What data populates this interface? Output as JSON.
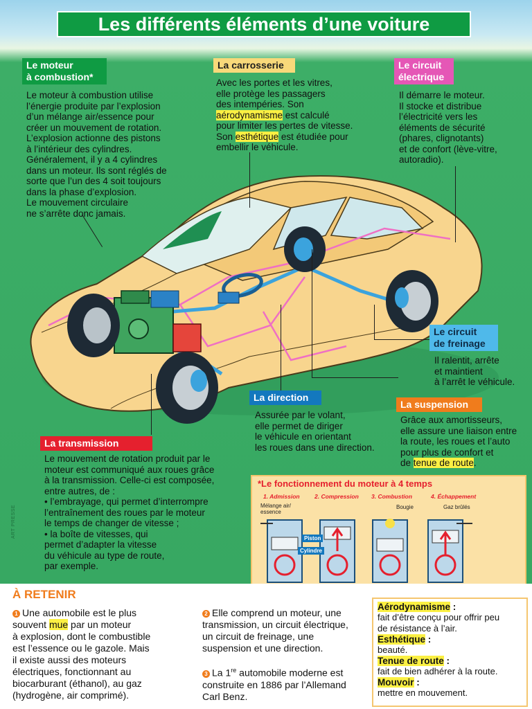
{
  "title": "Les différents éléments d’une voiture",
  "sections": {
    "moteur": {
      "heading_l1": "Le moteur",
      "heading_l2": "à combustion*",
      "lines": [
        "Le moteur à combustion utilise",
        "l’énergie produite par l’explosion",
        "d’un mélange air/essence pour",
        "créer un mouvement de rotation.",
        "L’explosion actionne des pistons",
        "à l’intérieur des cylindres.",
        "Généralement, il y a 4 cylindres",
        "dans un moteur. Ils sont réglés de",
        "sorte que l’un des 4 soit toujours",
        "dans la phase d’explosion.",
        "Le mouvement circulaire",
        "ne s’arrête donc jamais."
      ]
    },
    "carrosserie": {
      "heading": "La carrosserie",
      "l1": "Avec les portes et les vitres,",
      "l2": "elle protège les passagers",
      "l3": "des intempéries. Son",
      "l4_hl": "aérodynamisme",
      "l4_rest": " est calculé",
      "l5": "pour limiter les pertes de vitesse.",
      "l6_pre": "Son ",
      "l6_hl": "esthétique",
      "l6_rest": " est étudiée pour",
      "l7": "embellir le véhicule."
    },
    "circuit_electrique": {
      "heading_l1": "Le circuit",
      "heading_l2": "électrique",
      "lines": [
        "Il démarre le moteur.",
        "Il stocke et distribue",
        "l’électricité vers les",
        "éléments de sécurité",
        "(phares, clignotants)",
        "et de confort (lève-vitre,",
        "autoradio)."
      ]
    },
    "freinage": {
      "heading_l1": "Le circuit",
      "heading_l2": "de freinage",
      "lines": [
        "Il ralentit, arrête",
        "et maintient",
        "à l’arrêt le véhicule."
      ]
    },
    "direction": {
      "heading": "La direction",
      "lines": [
        "Assurée par le volant,",
        "elle permet de diriger",
        "le véhicule en orientant",
        "les roues dans une direction."
      ]
    },
    "suspension": {
      "heading": "La suspension",
      "l1": "Grâce aux amortisseurs,",
      "l2": "elle assure une liaison entre",
      "l3": "la route, les roues et l’auto",
      "l4": "pour plus de confort et",
      "l5_pre": "de ",
      "l5_hl": "tenue de route",
      "l5_rest": "."
    },
    "transmission": {
      "heading": "La transmission",
      "lines": [
        "Le mouvement de rotation produit par le",
        "moteur est communiqué aux roues grâce",
        "à la transmission. Celle-ci est composée,",
        "entre autres, de :",
        "• l’embrayage, qui permet d’interrompre",
        "l’entraînement des roues par le moteur",
        "le temps de changer de vitesse ;",
        "• la boîte de vitesses, qui",
        "permet d’adapter la vitesse",
        "du véhicule au type de route,",
        "par exemple."
      ]
    }
  },
  "engine_cycle": {
    "title": "*Le fonctionnement du moteur à 4 temps",
    "steps": [
      "1. Admission",
      "2. Compression",
      "3. Combustion",
      "4. Échappement"
    ],
    "labels": {
      "melange_l1": "Mélange air/",
      "melange_l2": "essence",
      "bougie": "Bougie",
      "gaz": "Gaz brûlés",
      "piston": "Piston",
      "cylindre": "Cylindre"
    }
  },
  "a_retenir": {
    "heading": "À RETENIR",
    "p1": {
      "num": "1",
      "pre": "Une automobile est le plus",
      "l2_pre": "souvent ",
      "l2_hl": "mue",
      "l2_rest": " par un moteur",
      "lines": [
        "à explosion, dont le combustible",
        "est l’essence ou le gazole. Mais",
        "il existe aussi des moteurs",
        "électriques, fonctionnant au",
        "biocarburant (éthanol), au gaz",
        "(hydrogène, air comprimé)."
      ]
    },
    "p2": {
      "num": "2",
      "lines": [
        "Elle comprend un moteur, une",
        "transmission, un circuit électrique,",
        "un circuit de freinage, une",
        "suspension et une direction."
      ]
    },
    "p3": {
      "num": "3",
      "pre": "La 1",
      "sup": "re",
      "rest": " automobile moderne est",
      "l2": "construite en 1886 par l’Allemand",
      "l3": "Carl Benz."
    }
  },
  "glossary": [
    {
      "term": "Aérodynamisme",
      "def1": "fait d’être conçu pour offrir peu",
      "def2": "de résistance à l’air."
    },
    {
      "term": "Esthétique",
      "def1": "beauté.",
      "def2": ""
    },
    {
      "term": "Tenue de route",
      "def1": "fait de bien adhérer à la route.",
      "def2": ""
    },
    {
      "term": "Mouvoir",
      "def1": "mettre en mouvement.",
      "def2": ""
    }
  ],
  "credit": "ART PRESSE",
  "colors": {
    "title_bg": "#0f9b43",
    "highlight": "#fbf043",
    "accent_orange": "#f07c1c",
    "accent_red": "#e5202e",
    "accent_blue": "#1378be",
    "car_body": "#f8d58e"
  }
}
